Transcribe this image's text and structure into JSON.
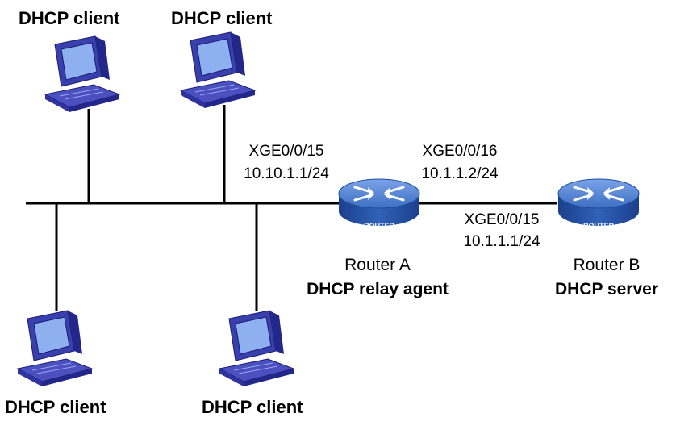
{
  "clients": [
    {
      "label": "DHCP client"
    },
    {
      "label": "DHCP client"
    },
    {
      "label": "DHCP client"
    },
    {
      "label": "DHCP client"
    }
  ],
  "router_a": {
    "name": "Router A",
    "role": "DHCP relay agent",
    "badge": "ROUTER",
    "left_port": {
      "interface": "XGE0/0/15",
      "ip": "10.10.1.1/24"
    },
    "right_port": {
      "interface": "XGE0/0/16",
      "ip": "10.1.1.2/24"
    }
  },
  "router_b": {
    "name": "Router B",
    "role": "DHCP server",
    "badge": "ROUTER",
    "port": {
      "interface": "XGE0/0/15",
      "ip": "10.1.1.1/24"
    }
  },
  "colors": {
    "device_blue": "#2a2f9a",
    "router_top": "#4f7fd0",
    "router_side": "#1d4fa0",
    "line": "#000000"
  }
}
